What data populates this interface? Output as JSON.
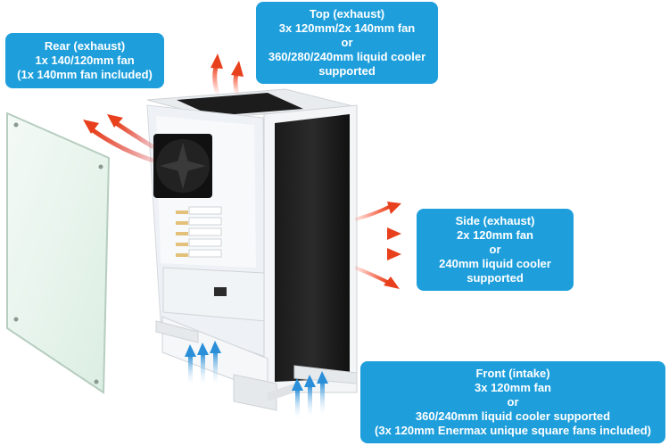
{
  "callouts": {
    "top": {
      "lines": [
        "Top (exhaust)",
        "3x 120mm/2x 140mm fan",
        "or",
        "360/280/240mm liquid cooler",
        "supported"
      ]
    },
    "rear": {
      "lines": [
        "Rear (exhaust)",
        "1x 140/120mm fan",
        "(1x 140mm fan included)"
      ]
    },
    "side": {
      "lines": [
        "Side (exhaust)",
        "2x 120mm fan",
        "or",
        "240mm liquid cooler",
        "supported"
      ]
    },
    "front": {
      "lines": [
        "Front (intake)",
        "3x 120mm fan",
        "or",
        "360/240mm liquid cooler supported",
        "(3x 120mm Enermax unique square fans included)"
      ]
    }
  },
  "colors": {
    "callout_bg": "#1e9fdc",
    "exhaust_arrow": "#e8401c",
    "intake_arrow": "#2a8fd8"
  }
}
